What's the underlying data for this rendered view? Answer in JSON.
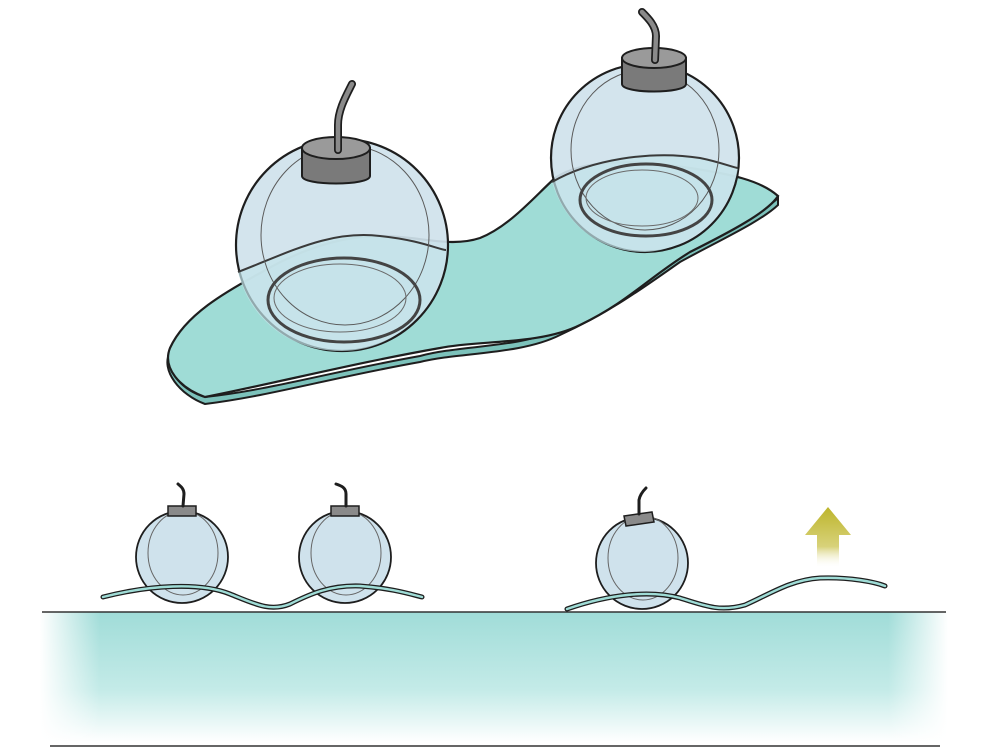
{
  "figure": {
    "top_panel": {
      "cups_on_sheet": 2
    },
    "bottom_panel": {
      "left_group_cups": 2,
      "right_group_cups": 1,
      "arrow_direction": "up"
    }
  },
  "colors": {
    "sheet_fill": "#9fdcd6",
    "sheet_edge": "#7cc2bb",
    "cup_fill": "#cfe2ec",
    "cup_tint_lower": "#c3e4ea",
    "cup_stroke": "#3a3a3a",
    "cap_fill": "#7a7a7a",
    "cap_top": "#9a9a9a",
    "outline": "#1e1e1e",
    "arrow": "#c4bc3a",
    "ground_band": "#a6dedb",
    "ground_line": "#333333"
  },
  "icons": {
    "cup": "suction-cup-icon",
    "arrow": "arrow-up-icon"
  }
}
